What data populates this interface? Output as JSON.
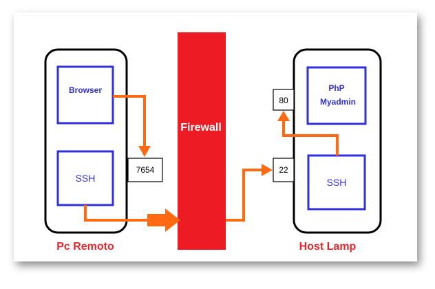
{
  "diagram": {
    "left_machine": {
      "label": "Pc Remoto"
    },
    "right_machine": {
      "label": "Host Lamp"
    },
    "firewall": {
      "label": "Firewall"
    },
    "left_boxes": {
      "browser": "Browser",
      "ssh": "SSH"
    },
    "right_boxes": {
      "phpmyadmin_line1": "PhP",
      "phpmyadmin_line2": "Myadmin",
      "ssh": "SSH"
    },
    "ports": {
      "local_forward": "7654",
      "ssh": "22",
      "http": "80"
    }
  },
  "colors": {
    "firewall": "#ed1c24",
    "arrow": "#ff6a13",
    "box_border": "#2f2fdc",
    "box_text": "#2f2fdc",
    "caption": "#e8252b",
    "machine_border": "#000000"
  }
}
